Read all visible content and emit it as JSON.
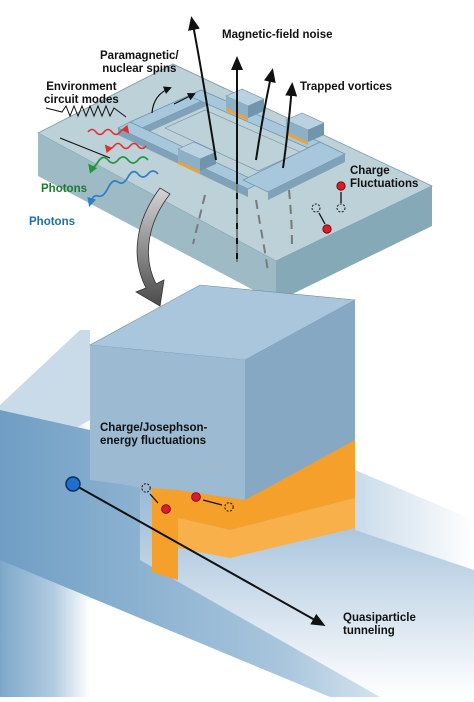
{
  "labels": {
    "paramagnetic_line1": "Paramagnetic/",
    "paramagnetic_line2": "nuclear spins",
    "magnetic_noise": "Magnetic-field noise",
    "trapped_vortices": "Trapped vortices",
    "environment_line1": "Environment",
    "environment_line2": "circuit modes",
    "charge_line1": "Charge",
    "charge_line2": "Fluctuations",
    "photons_green": "Photons",
    "photons_blue": "Photons",
    "josephson_line1": "Charge/Josephson-",
    "josephson_line2": "energy fluctuations",
    "quasiparticle_line1": "Quasiparticle",
    "quasiparticle_line2": "tunneling"
  },
  "colors": {
    "substrate_top": "#bcd1d8",
    "substrate_side": "#8fb0bd",
    "circuit_top": "#9cc0d6",
    "junction_orange": "#f5a02a",
    "electron_red": "#d81e2a",
    "photon_red": "#e0302a",
    "photon_green": "#22963a",
    "photon_blue": "#2c7fc0",
    "block_top": "#9cbad2",
    "block_front": "#86a8c3",
    "quasiparticle_blue": "#1f6fce"
  }
}
